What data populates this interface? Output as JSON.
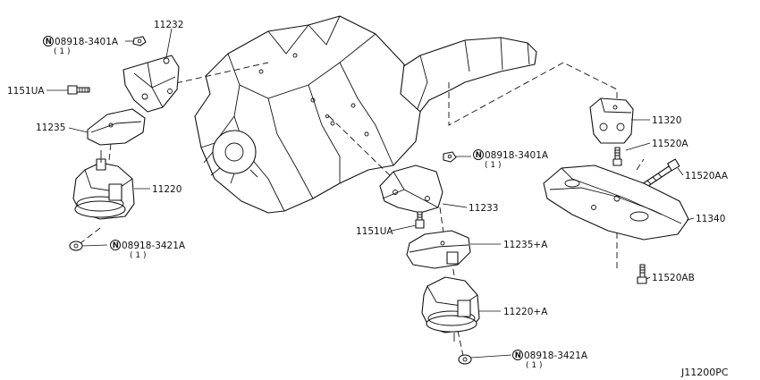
{
  "figure_ref": "J11200PC",
  "labels": {
    "l_11232": "11232",
    "l_nut_top_left": "08918-3401A",
    "l_nut_top_left_qty": "( 1 )",
    "l_1151ua_left": "1151UA",
    "l_11235": "11235",
    "l_11220": "11220",
    "l_nut_bottom_left": "08918-3421A",
    "l_nut_bottom_left_qty": "( 1 )",
    "l_nut_mid": "08918-3401A",
    "l_nut_mid_qty": "( 1 )",
    "l_11233": "11233",
    "l_1151ua_mid": "1151UA",
    "l_11235a": "11235+A",
    "l_11220a": "11220+A",
    "l_nut_bottom_mid": "08918-3421A",
    "l_nut_bottom_mid_qty": "( 1 )",
    "l_11320": "11320",
    "l_11520a": "11520A",
    "l_11520aa": "11520AA",
    "l_11340": "11340",
    "l_11520ab": "11520AB"
  },
  "nut_symbol": "N",
  "icons": {
    "nut_marker": "circled-n-icon"
  }
}
